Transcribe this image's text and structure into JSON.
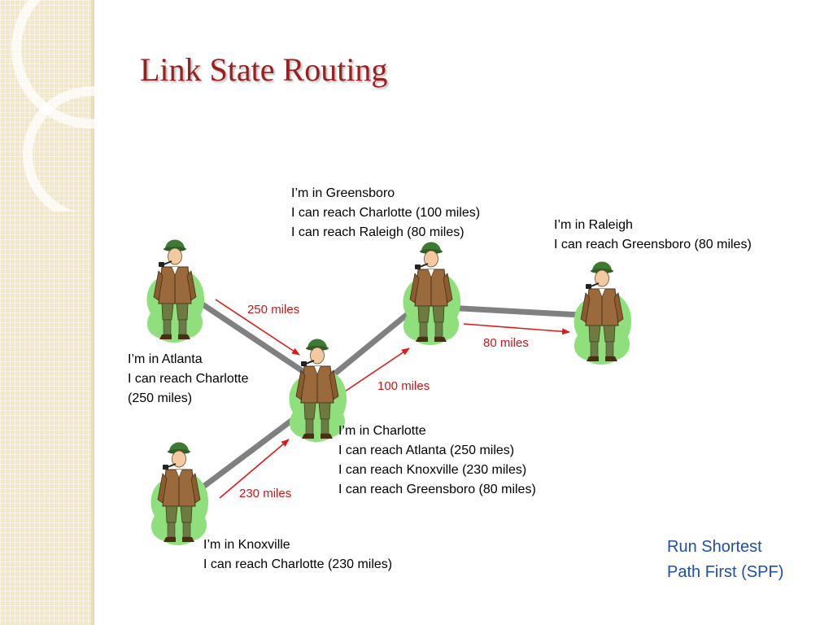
{
  "title": "Link State Routing",
  "colors": {
    "title": "#9a1f1f",
    "link": "#808080",
    "arrow": "#e01818",
    "distance_text": "#d01414",
    "note": "#1f4fa8",
    "side_panel": "#f3e7c6"
  },
  "nodes": {
    "atlanta": {
      "icon": "router-person-icon",
      "lines": [
        "I’m in Atlanta",
        "I can reach Charlotte",
        "(250 miles)"
      ]
    },
    "greensboro": {
      "icon": "router-person-icon",
      "lines": [
        "I’m in Greensboro",
        "I can reach Charlotte (100 miles)",
        "I can reach Raleigh (80 miles)"
      ]
    },
    "raleigh": {
      "icon": "router-person-icon",
      "lines": [
        "I’m in Raleigh",
        "I can reach Greensboro (80 miles)"
      ]
    },
    "charlotte": {
      "icon": "router-person-icon",
      "lines": [
        "I’m in Charlotte",
        "I can reach Atlanta (250 miles)",
        "I can reach Knoxville (230 miles)",
        "I can reach Greensboro (80 miles)"
      ]
    },
    "knoxville": {
      "icon": "router-person-icon",
      "lines": [
        "I’m in Knoxville",
        "I can reach Charlotte (230 miles)"
      ]
    }
  },
  "links": [
    {
      "from": "Atlanta",
      "to": "Charlotte",
      "label": "250 miles"
    },
    {
      "from": "Greensboro",
      "to": "Raleigh",
      "label": "80 miles"
    },
    {
      "from": "Charlotte",
      "to": "Greensboro",
      "label": "100 miles"
    },
    {
      "from": "Knoxville",
      "to": "Charlotte",
      "label": "230 miles"
    }
  ],
  "note": {
    "lines": [
      "Run Shortest",
      "Path First (SPF)"
    ]
  }
}
